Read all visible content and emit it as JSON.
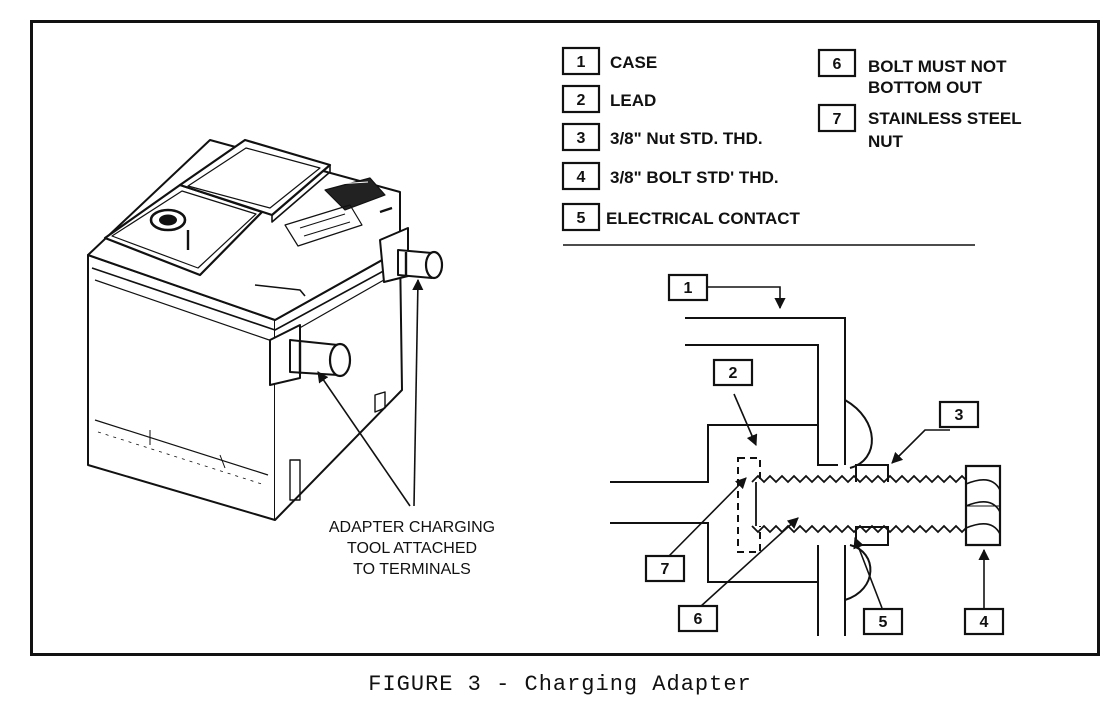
{
  "legend": {
    "items": [
      {
        "number": "1",
        "text": "CASE"
      },
      {
        "number": "2",
        "text": "LEAD"
      },
      {
        "number": "3",
        "text": "3/8\" Nut STD. THD."
      },
      {
        "number": "4",
        "text": "3/8\" BOLT STD' THD."
      },
      {
        "number": "5",
        "text": "ELECTRICAL CONTACT"
      },
      {
        "number": "6",
        "text_line1": "BOLT MUST NOT",
        "text_line2": "BOTTOM OUT"
      },
      {
        "number": "7",
        "text_line1": "STAINLESS STEEL",
        "text_line2": "NUT"
      }
    ]
  },
  "battery_callout": {
    "line1": "ADAPTER CHARGING",
    "line2": "TOOL ATTACHED",
    "line3": "TO TERMINALS"
  },
  "cross_section_callouts": [
    "1",
    "2",
    "3",
    "4",
    "5",
    "6",
    "7"
  ],
  "caption": "FIGURE 3 - Charging Adapter"
}
